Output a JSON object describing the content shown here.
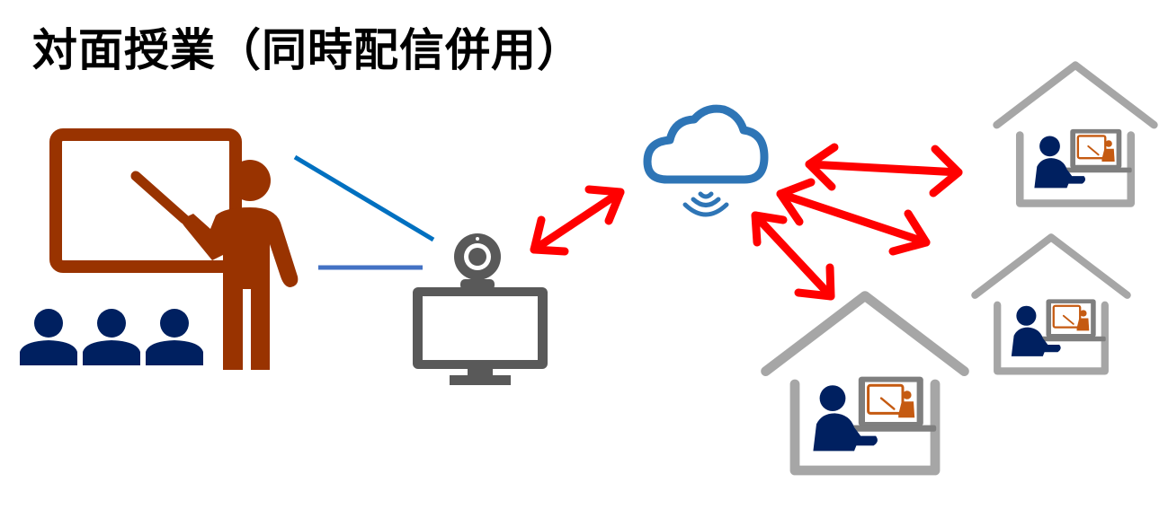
{
  "title": "対面授業（同時配信併用）",
  "diagram": {
    "nodes": [
      {
        "id": "classroom-teacher",
        "icon": "teacher-at-whiteboard-icon",
        "label": ""
      },
      {
        "id": "classroom-students",
        "icon": "students-icon",
        "count": 3
      },
      {
        "id": "webcam-pc",
        "icon": "webcam-monitor-icon"
      },
      {
        "id": "cloud",
        "icon": "cloud-wireless-icon"
      },
      {
        "id": "home-1",
        "icon": "home-remote-learner-icon"
      },
      {
        "id": "home-2",
        "icon": "home-remote-learner-icon"
      },
      {
        "id": "home-3",
        "icon": "home-remote-learner-icon"
      }
    ],
    "edges": [
      {
        "from": "classroom-teacher",
        "to": "webcam-pc",
        "style": "line",
        "color": "#0070C0"
      },
      {
        "from": "classroom-students",
        "to": "webcam-pc",
        "style": "line",
        "color": "#4472C4"
      },
      {
        "from": "webcam-pc",
        "to": "cloud",
        "style": "double-arrow",
        "color": "#FF0000"
      },
      {
        "from": "cloud",
        "to": "home-1",
        "style": "double-arrow",
        "color": "#FF0000"
      },
      {
        "from": "cloud",
        "to": "home-2",
        "style": "double-arrow",
        "color": "#FF0000"
      },
      {
        "from": "cloud",
        "to": "home-3",
        "style": "double-arrow",
        "color": "#FF0000"
      }
    ]
  },
  "colors": {
    "teacher": "#993300",
    "students": "#002060",
    "device": "#595959",
    "cloud": "#2E75B6",
    "arrow": "#FF0000",
    "house": "#A6A6A6",
    "screen_teacher": "#C55A11"
  }
}
